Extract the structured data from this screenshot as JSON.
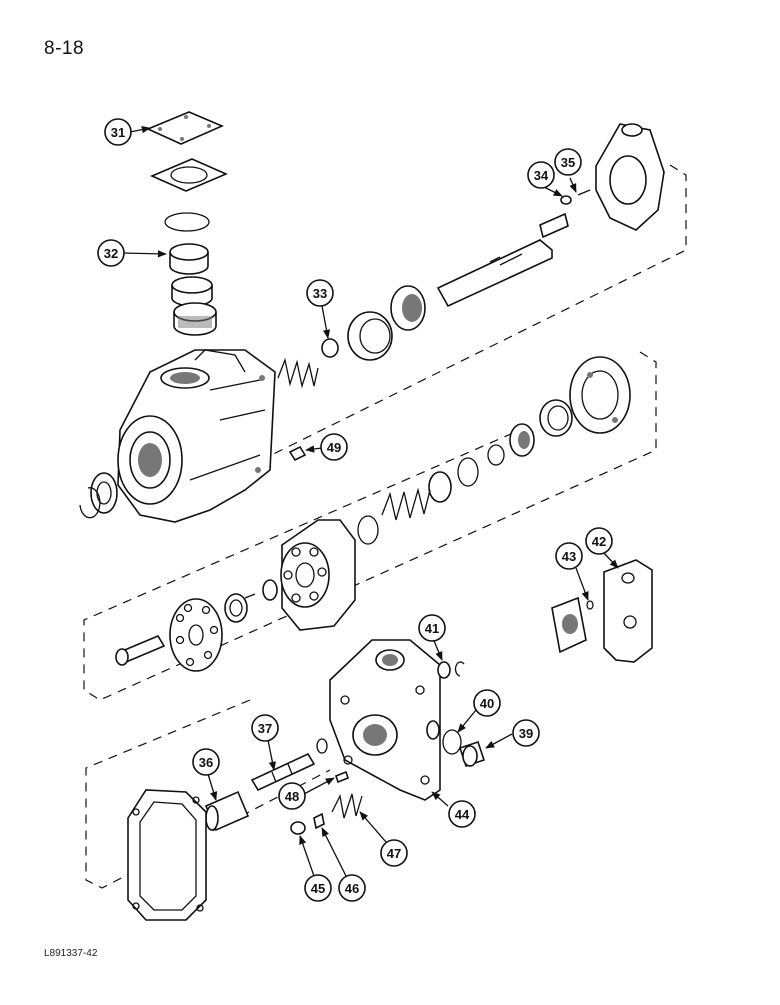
{
  "page": {
    "number": "8-18",
    "figure_code": "L891337-42"
  },
  "callouts": [
    "31",
    "32",
    "33",
    "34",
    "35",
    "49",
    "43",
    "42",
    "41",
    "40",
    "39",
    "37",
    "36",
    "48",
    "44",
    "47",
    "45",
    "46"
  ]
}
